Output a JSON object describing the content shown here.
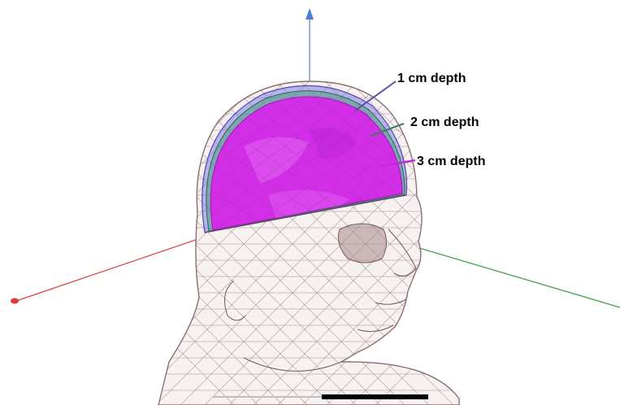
{
  "labels": {
    "depth_1": "1 cm depth",
    "depth_2": "2 cm depth",
    "depth_3": "3 cm depth"
  },
  "colors": {
    "mesh": "#8c6f6f",
    "depth_1_layer": "#6a6adf",
    "depth_2_layer": "#4f9a82",
    "depth_3_layer": "#d22ee8",
    "axis_x": "#e23a3a",
    "axis_y": "#3b9a3b",
    "axis_z": "#4a7fd9",
    "label_text": "#000000"
  }
}
